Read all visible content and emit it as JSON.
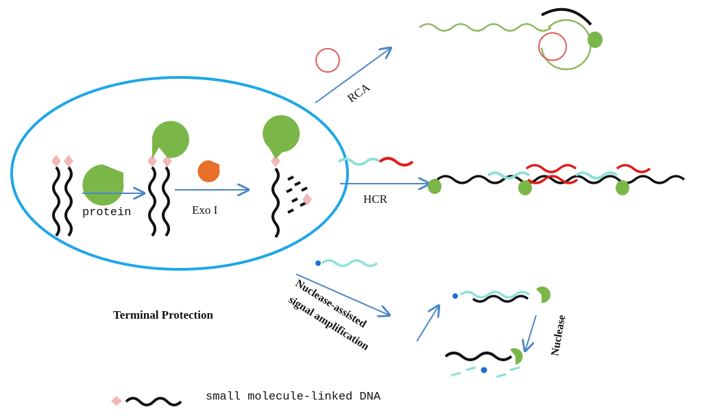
{
  "labels": {
    "protein": "protein",
    "exo": "Exo I",
    "rca": "RCA",
    "hcr": "HCR",
    "nuclease_assisted_1": "Nuclease-assisted",
    "nuclease_assisted_2": "signal amplification",
    "nuclease": "Nuclease",
    "terminal_protection": "Terminal Protection",
    "legend": "small molecule-linked DNA"
  },
  "colors": {
    "ellipse": "#1ea7e8",
    "arrow": "#4a86c5",
    "protein": "#7ab648",
    "small_molecule": "#f0b8b8",
    "exo": "#e8702a",
    "dna": "#111111",
    "rca_circle": "#e05a5a",
    "rca_strand": "#8fb860",
    "hcr_cyan": "#8fe0d8",
    "hcr_red": "#e01a1a",
    "dot": "#1f6fd0"
  }
}
